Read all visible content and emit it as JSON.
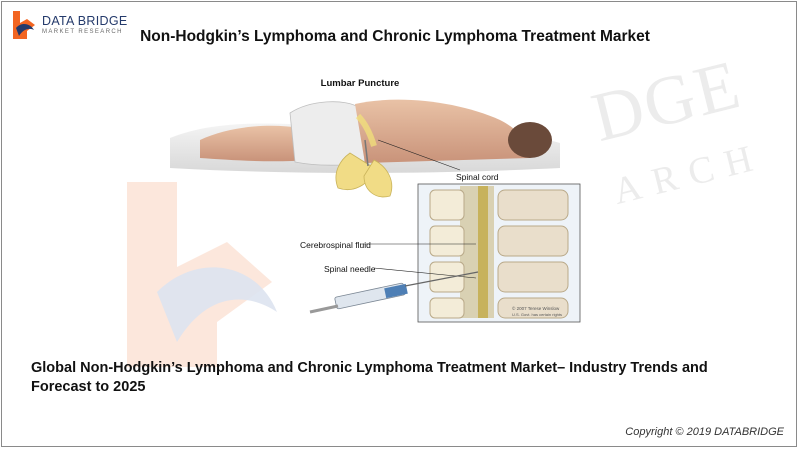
{
  "logo": {
    "brand": "DATA BRIDGE",
    "sub": "MARKET RESEARCH",
    "icon": "data-bridge-logo-icon",
    "colors": {
      "orange": "#f26522",
      "navy": "#243a6b"
    }
  },
  "header": {
    "title": "Non-Hodgkin’s Lymphoma and Chronic Lymphoma Treatment Market"
  },
  "illustration": {
    "title": "Lumbar Puncture",
    "labels": {
      "spinal_cord": "Spinal cord",
      "csf": "Cerebrospinal fluid",
      "needle": "Spinal needle"
    },
    "credit": "© 2007 Terese Winslow",
    "credit2": "U.S. Govt. has certain rights"
  },
  "footer": {
    "title": "Global Non-Hodgkin’s Lymphoma and Chronic Lymphoma Treatment Market– Industry Trends and Forecast to 2025",
    "copyright": "Copyright © 2019 DATABRIDGE"
  }
}
